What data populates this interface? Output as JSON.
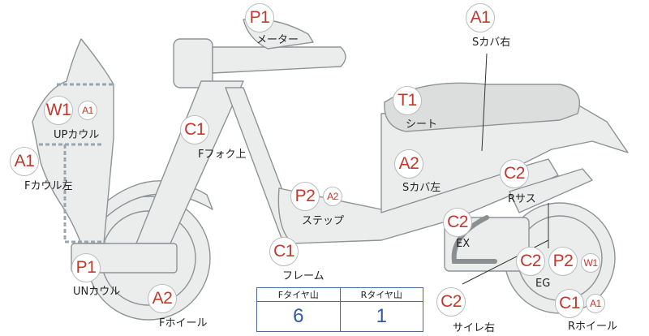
{
  "parts": [
    {
      "id": "meter",
      "name": "メーター",
      "codes": [
        "P1"
      ]
    },
    {
      "id": "s-cover-right",
      "name": "Sカバ右",
      "codes": [
        "A1"
      ]
    },
    {
      "id": "up-cowl",
      "name": "UPカウル",
      "codes": [
        "W1",
        "A1"
      ]
    },
    {
      "id": "seat",
      "name": "シート",
      "codes": [
        "T1"
      ]
    },
    {
      "id": "f-fork-upper",
      "name": "Fフォク上",
      "codes": [
        "C1"
      ]
    },
    {
      "id": "f-cowl-left",
      "name": "Fカウル左",
      "codes": [
        "A1"
      ]
    },
    {
      "id": "s-cover-left",
      "name": "Sカバ左",
      "codes": [
        "A2"
      ]
    },
    {
      "id": "r-suspension",
      "name": "Rサス",
      "codes": [
        "C2"
      ]
    },
    {
      "id": "step",
      "name": "ステップ",
      "codes": [
        "P2",
        "A2"
      ]
    },
    {
      "id": "ex",
      "name": "EX",
      "codes": [
        "C2"
      ]
    },
    {
      "id": "frame",
      "name": "フレーム",
      "codes": [
        "C1"
      ]
    },
    {
      "id": "un-cowl",
      "name": "UNカウル",
      "codes": [
        "P1"
      ]
    },
    {
      "id": "eg",
      "name": "EG",
      "codes": [
        "C2",
        "P2",
        "W1"
      ]
    },
    {
      "id": "f-wheel",
      "name": "Fホイール",
      "codes": [
        "A2"
      ]
    },
    {
      "id": "muffler-right",
      "name": "サイレ右",
      "codes": [
        "C2"
      ]
    },
    {
      "id": "r-wheel",
      "name": "Rホイール",
      "codes": [
        "C1",
        "A1"
      ]
    }
  ],
  "tread_table": {
    "headers": [
      "Fタイヤ山",
      "Rタイヤ山"
    ],
    "values": [
      "6",
      "1"
    ]
  },
  "colors": {
    "badge_text": "#c0392b",
    "body_fill": "#ebecec",
    "outline": "#8f9396",
    "table_value": "#2f5aa8"
  }
}
